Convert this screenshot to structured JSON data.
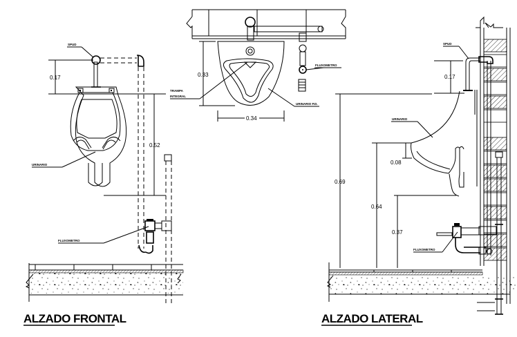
{
  "titles": {
    "front": "ALZADO FRONTAL",
    "lateral": "ALZADO LATERAL"
  },
  "front_view": {
    "dims": {
      "spud_height": "0.17",
      "rim_to_bottom": "0.52"
    },
    "labels": {
      "spud": "SPUD",
      "urinal": "URINARIO",
      "flush_valve": "FLUXOMETRO"
    }
  },
  "top_view": {
    "dims": {
      "depth": "0.33",
      "width": "0.34"
    },
    "labels": {
      "trap": "TRAMPA INTEGRAL",
      "trap_line1": "TRAMPA",
      "trap_line2": "INTEGRAL",
      "urinal": "URINARIO P.D.",
      "flush_valve": "FLUXOMETRO"
    }
  },
  "lateral_view": {
    "dims": {
      "spud_height": "0.17",
      "total_height": "0.69",
      "rim_height": "0.64",
      "lip_depth": "0.08",
      "bottom_height": "0.37"
    },
    "labels": {
      "spud": "SPUD",
      "urinal": "URINARIO",
      "flush_valve": "FLUXOMETRO"
    }
  },
  "colors": {
    "line": "#000000",
    "background": "#ffffff"
  }
}
